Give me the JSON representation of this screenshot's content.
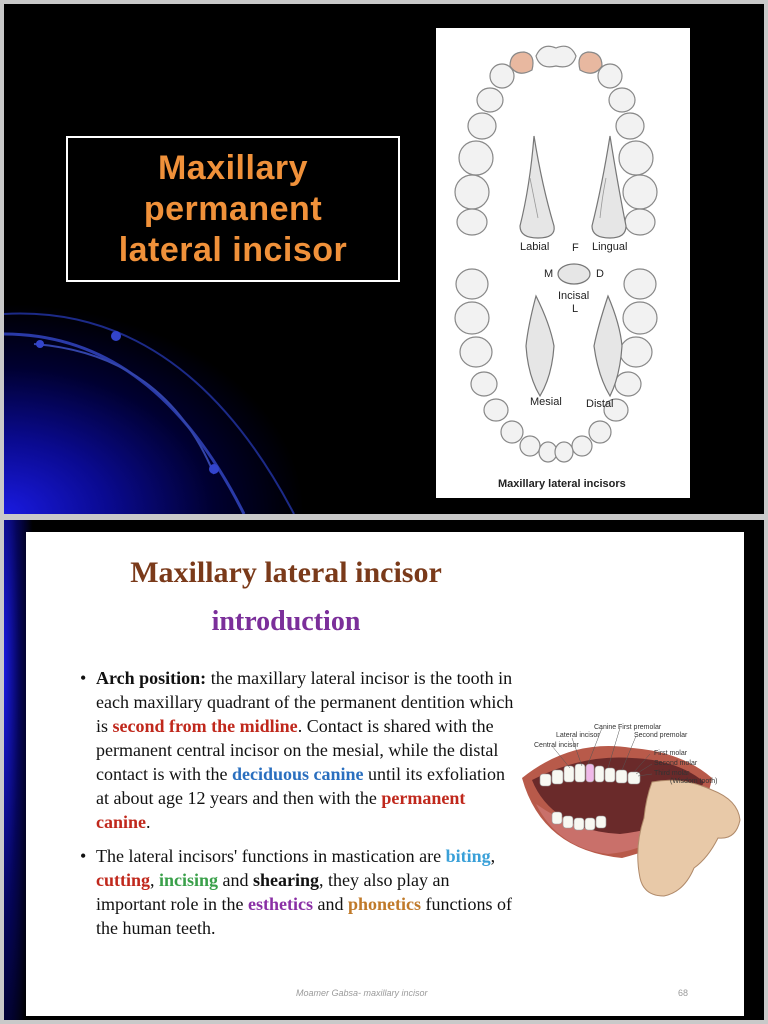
{
  "slide1": {
    "title": "Maxillary\npermanent\nlateral incisor",
    "figure": {
      "label_labial": "Labial",
      "label_f": "F",
      "label_lingual": "Lingual",
      "label_m": "M",
      "label_d": "D",
      "label_incisal": "Incisal",
      "label_l": "L",
      "label_mesial": "Mesial",
      "label_distal": "Distal",
      "caption": "Maxillary lateral incisors"
    },
    "colors": {
      "title": "#f0913a",
      "background": "#000000",
      "highlight_tooth": "#e8b8a0"
    }
  },
  "slide2": {
    "title": "Maxillary lateral incisor",
    "subtitle": "introduction",
    "bullet1": {
      "lead": "Arch position:",
      "t1": " the maxillary lateral incisor is the tooth in each maxillary quadrant of the permanent dentition which is ",
      "h1": "second from the midline",
      "t2": ". Contact is shared with the permanent central incisor on the mesial, while the distal contact is with the ",
      "h2": "deciduous canine",
      "t3": " until its exfoliation at about age 12 years and then with the ",
      "h3": "permanent canine",
      "t4": "."
    },
    "bullet2": {
      "t1": "The lateral incisors' functions in mastication are ",
      "h1": "biting",
      "t2": ", ",
      "h2": "cutting",
      "t3": ", ",
      "h3": "incising",
      "t4": " and ",
      "h4": "shearing",
      "t5": ", they also play an important role in the ",
      "h5": "esthetics",
      "t6": " and ",
      "h6": "phonetics",
      "t7": " functions of the human teeth."
    },
    "mouth_labels": {
      "canine": "Canine",
      "first_premolar": "First premolar",
      "lateral_incisor": "Lateral incisor",
      "second_premolar": "Second premolar",
      "central_incisor": "Central incisor",
      "first_molar": "First molar",
      "second_molar": "Second molar",
      "third_molar": "Third molar",
      "wisdom_tooth": "(Wisdom tooth)"
    },
    "footer": "Moamer Gabsa- maxillary incisor",
    "page_number": "68"
  }
}
